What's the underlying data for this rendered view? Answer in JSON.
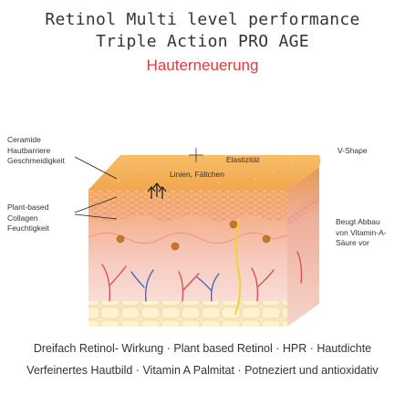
{
  "title_line_1": "Retinol Multi level performance",
  "title_line_2": "Triple Action PRO AGE",
  "subtitle": "Hauterneuerung",
  "labels": {
    "ceramide": [
      "Ceramide",
      "Hautbarriere",
      "Geschmeidigkeit"
    ],
    "plant": [
      "Plant-based",
      "Collagen",
      "Feuchtigkeit"
    ],
    "vshape": "V-Shape",
    "beugt": [
      "Beugt Abbau",
      "von Vitamin-A-",
      "Säure vor"
    ],
    "elastizitaet": "Elastizität",
    "linien": "Linien, Fältchen"
  },
  "footer_line_1": "Dreifach Retinol- Wirkung · Plant based Retinol · HPR · Hautdichte",
  "footer_line_2": "Verfeinertes Hautbild · Vitamin A Palmitat · Potneziert und antioxidativ",
  "colors": {
    "title": "#333333",
    "subtitle": "#e23a3a",
    "skin_top": "#f5b35c",
    "skin_mid": "#f6c7b2",
    "skin_deep": "#f8dcd4",
    "fat": "#fbeec2"
  }
}
